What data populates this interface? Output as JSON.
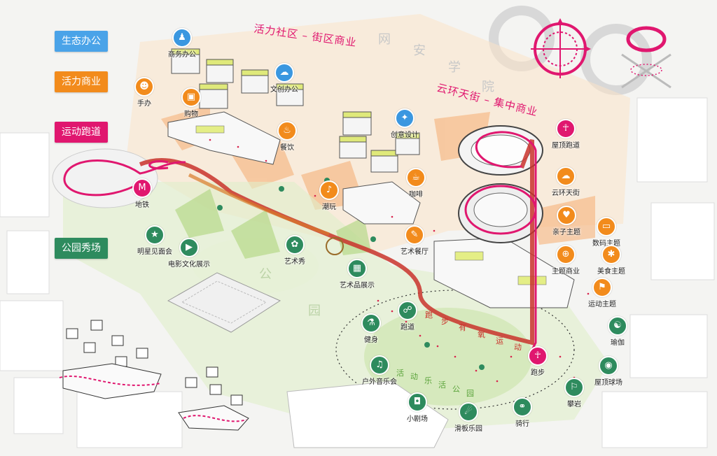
{
  "legend": [
    {
      "label": "生态办公",
      "color": "#4aa3e8"
    },
    {
      "label": "活力商业",
      "color": "#f28b1c"
    },
    {
      "label": "运动跑道",
      "color": "#e0176f"
    },
    {
      "label": "公园秀场",
      "color": "#2e8b5e"
    }
  ],
  "zones": {
    "street_commerce": "活力社区 – 街区商业",
    "cloud_street": "云环天街 – 集中商业"
  },
  "background_text": {
    "campus": [
      "网",
      "安",
      "学",
      "院"
    ],
    "park": [
      "公",
      "园"
    ]
  },
  "track_text": {
    "run": [
      "跑",
      "步",
      "有",
      "氧",
      "运",
      "动"
    ],
    "active": [
      "活",
      "动",
      "乐",
      "活",
      "公",
      "园"
    ]
  },
  "pois": [
    {
      "label": "商务办公",
      "category": "office",
      "icon": "business-office-icon"
    },
    {
      "label": "文创办公",
      "category": "office",
      "icon": "creative-office-icon"
    },
    {
      "label": "创意设计",
      "category": "office",
      "icon": "creative-design-icon"
    },
    {
      "label": "手办",
      "category": "commerce",
      "icon": "figure-toy-icon"
    },
    {
      "label": "购物",
      "category": "commerce",
      "icon": "shopping-icon"
    },
    {
      "label": "餐饮",
      "category": "commerce",
      "icon": "dining-icon"
    },
    {
      "label": "潮玩",
      "category": "commerce",
      "icon": "trendy-toy-icon"
    },
    {
      "label": "咖啡",
      "category": "commerce",
      "icon": "coffee-icon"
    },
    {
      "label": "艺术餐厅",
      "category": "commerce",
      "icon": "art-restaurant-icon"
    },
    {
      "label": "云环天街",
      "category": "commerce",
      "icon": "cloud-street-icon"
    },
    {
      "label": "亲子主题",
      "category": "commerce",
      "icon": "family-theme-icon"
    },
    {
      "label": "数码主题",
      "category": "commerce",
      "icon": "digital-theme-icon"
    },
    {
      "label": "主题商业",
      "category": "commerce",
      "icon": "theme-commerce-icon"
    },
    {
      "label": "美食主题",
      "category": "commerce",
      "icon": "food-theme-icon"
    },
    {
      "label": "运动主题",
      "category": "commerce",
      "icon": "sports-theme-icon"
    },
    {
      "label": "屋顶跑道",
      "category": "sport",
      "icon": "rooftop-track-icon"
    },
    {
      "label": "地铁",
      "category": "sport",
      "icon": "metro-icon"
    },
    {
      "label": "跑步",
      "category": "sport",
      "icon": "running-icon"
    },
    {
      "label": "明星见面会",
      "category": "park",
      "icon": "star-meeting-icon"
    },
    {
      "label": "电影文化展示",
      "category": "park",
      "icon": "film-culture-icon"
    },
    {
      "label": "艺术秀",
      "category": "park",
      "icon": "big-art-show-icon"
    },
    {
      "label": "艺术品展示",
      "category": "park",
      "icon": "artwork-display-icon"
    },
    {
      "label": "健身",
      "category": "park",
      "icon": "fitness-icon"
    },
    {
      "label": "跑道",
      "category": "park",
      "icon": "runway-icon"
    },
    {
      "label": "户外音乐会",
      "category": "park",
      "icon": "outdoor-concert-icon"
    },
    {
      "label": "小剧场",
      "category": "park",
      "icon": "small-theater-icon"
    },
    {
      "label": "滑板乐园",
      "category": "park",
      "icon": "skateboard-park-icon"
    },
    {
      "label": "骑行",
      "category": "park",
      "icon": "cycling-icon"
    },
    {
      "label": "攀岩",
      "category": "park",
      "icon": "climbing-icon"
    },
    {
      "label": "屋顶球场",
      "category": "park",
      "icon": "rooftop-court-icon"
    },
    {
      "label": "瑜伽",
      "category": "park",
      "icon": "yoga-icon"
    }
  ]
}
